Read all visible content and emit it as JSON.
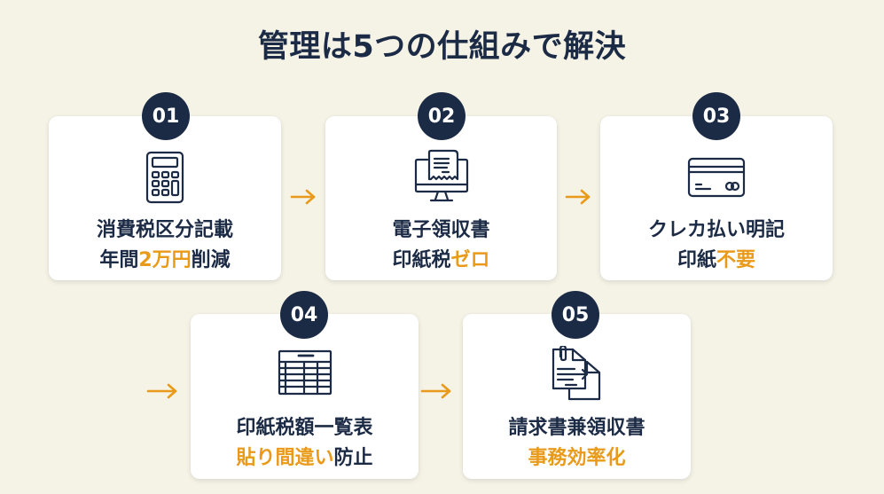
{
  "title": "管理は5つの仕組みで解決",
  "colors": {
    "navy": "#1c2b45",
    "accent": "#e99a1a",
    "background": "#f5f2e6",
    "card": "#ffffff"
  },
  "steps": [
    {
      "number": "01",
      "icon": "calculator-icon",
      "line1": [
        {
          "text": "消費税区分記載",
          "highlight": false
        }
      ],
      "line2": [
        {
          "text": "年間",
          "highlight": false
        },
        {
          "text": "2万円",
          "highlight": true
        },
        {
          "text": "削減",
          "highlight": false
        }
      ]
    },
    {
      "number": "02",
      "icon": "monitor-receipt-icon",
      "line1": [
        {
          "text": "電子領収書",
          "highlight": false
        }
      ],
      "line2": [
        {
          "text": "印紙税",
          "highlight": false
        },
        {
          "text": "ゼロ",
          "highlight": true
        }
      ]
    },
    {
      "number": "03",
      "icon": "credit-card-icon",
      "line1": [
        {
          "text": "クレカ払い明記",
          "highlight": false
        }
      ],
      "line2": [
        {
          "text": "印紙",
          "highlight": false
        },
        {
          "text": "不要",
          "highlight": true
        }
      ]
    },
    {
      "number": "04",
      "icon": "table-icon",
      "line1": [
        {
          "text": "印紙税額一覧表",
          "highlight": false
        }
      ],
      "line2": [
        {
          "text": "貼り間違い",
          "highlight": true
        },
        {
          "text": "防止",
          "highlight": false
        }
      ]
    },
    {
      "number": "05",
      "icon": "documents-transfer-icon",
      "line1": [
        {
          "text": "請求書兼領収書",
          "highlight": false
        }
      ],
      "line2": [
        {
          "text": "事務効率化",
          "highlight": true
        }
      ]
    }
  ],
  "arrows": [
    "arrow-right-icon",
    "arrow-right-icon",
    "arrow-right-icon",
    "arrow-right-icon"
  ]
}
